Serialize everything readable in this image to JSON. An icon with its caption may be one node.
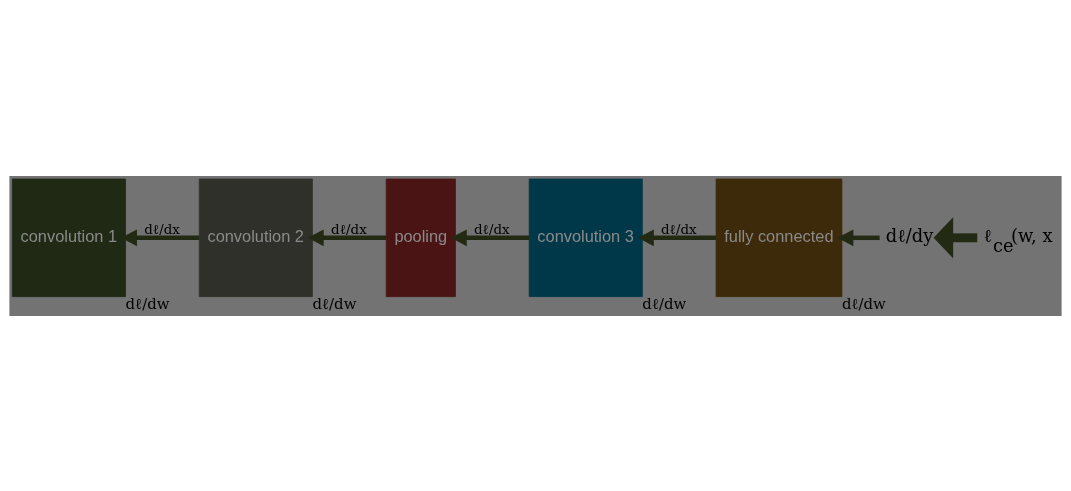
{
  "diagram": {
    "nodes": [
      {
        "text": [
          "convolution 1"
        ],
        "beside": [
          "dℓ/dw"
        ]
      },
      {
        "text": [
          "convolution 2"
        ],
        "beside": [
          "dℓ/dw"
        ]
      },
      {
        "text": [
          "pooling"
        ]
      },
      {
        "text": [
          "convolution 3"
        ],
        "beside": [
          "dℓ/dw"
        ]
      },
      {
        "text": [
          "fully connected"
        ],
        "beside": [
          "dℓ/dw"
        ]
      },
      {
        "text": [
          "dℓ/dy"
        ]
      },
      {
        "text": [
          "ℓ$_{ce}$(w, x"
        ]
      }
    ],
    "edges": [
      {
        "from": 1,
        "to": 0,
        "arrow": "to",
        "label": "dℓ/dx"
      },
      {
        "from": 2,
        "to": 1,
        "arrow": "to",
        "label": "dℓ/dx"
      },
      {
        "from": 3,
        "to": 2,
        "arrow": "to",
        "label": "dℓ/dx"
      },
      {
        "from": 4,
        "to": 3,
        "arrow": "to",
        "label": "dℓ/dx"
      },
      {
        "from": 5,
        "to": 4,
        "arrow": "to"
      },
      {
        "from": 6,
        "to": 5,
        "arrow": "to",
        "style": "thick"
      }
    ]
  }
}
